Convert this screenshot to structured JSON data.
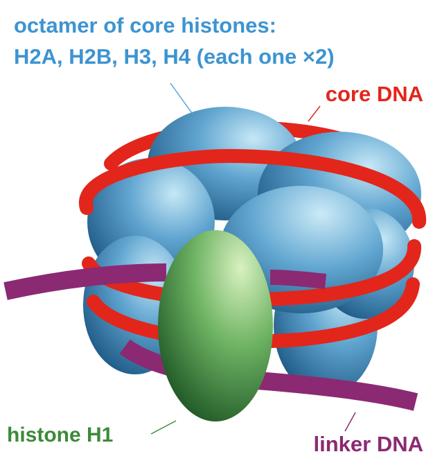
{
  "labels": {
    "octamer_line1": "octamer of core histones:",
    "octamer_line2": "H2A, H2B, H3, H4 (each one ×2)",
    "core_dna": "core DNA",
    "histone_h1": "histone H1",
    "linker_dna": "linker DNA"
  },
  "colors": {
    "octamer_label": "#3d94d1",
    "core_dna": "#e2261b",
    "histone_h1": "#3c8a3a",
    "linker_dna": "#8b2a72",
    "histone_blue": "#3f86b6",
    "histone_blue_light": "#bfe3f4",
    "histone_blue_dark": "#1f5a86",
    "h1_green": "#4f9c48",
    "h1_green_light": "#cfeab3",
    "h1_green_dark": "#1e5a26",
    "leader_line": "#5aa9d8"
  },
  "icons": {
    "octamer": "histone-octamer-illustration",
    "h1": "histone-h1-illustration"
  }
}
